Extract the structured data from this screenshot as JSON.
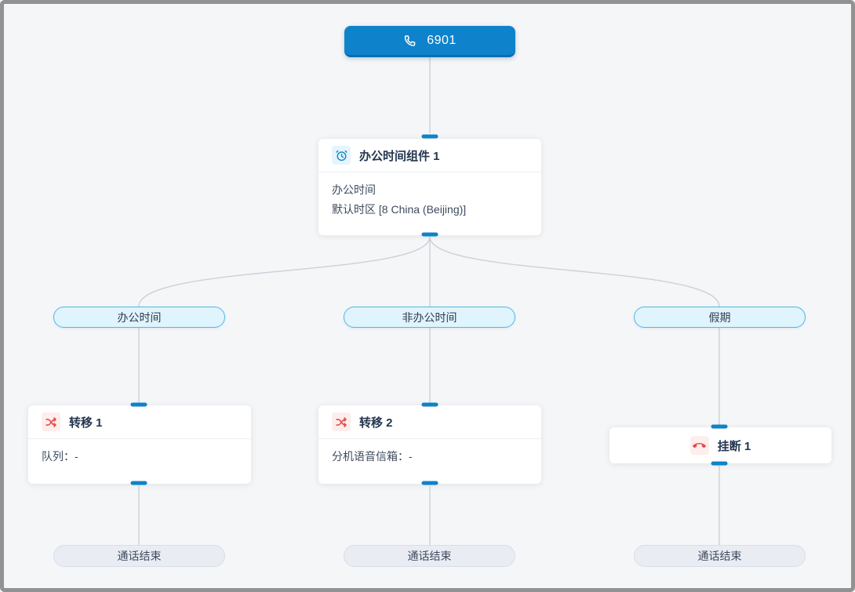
{
  "colors": {
    "accent_blue": "#0e83cc",
    "accent_blue_dark": "#0b6dae",
    "connector_blue": "#0f82c8",
    "wire_gray": "#ccd1da",
    "branch_pill_bg": "#e0f4fd",
    "branch_pill_border": "#53b7ea",
    "terminal_pill_bg": "#e9ecf3",
    "terminal_pill_border": "#d9dde7",
    "card_bg": "#ffffff",
    "title_text": "#24364f",
    "body_text": "#3d4a5e",
    "icon_blue": "#1287cd",
    "icon_blue_bg": "#e6f4fc",
    "icon_red": "#e24c4b",
    "icon_red_bg": "#fdeeec",
    "canvas_bg": "#f5f6f8",
    "frame_border": "#929292"
  },
  "flow": {
    "entry": {
      "label": "6901",
      "icon": "phone-icon"
    },
    "office_time": {
      "icon": "alarm-clock-icon",
      "title": "办公时间组件 1",
      "line1": "办公时间",
      "line2": "默认时区 [8 China (Beijing)]"
    },
    "branches": [
      {
        "label": "办公时间"
      },
      {
        "label": "非办公时间"
      },
      {
        "label": "假期"
      }
    ],
    "nodes": [
      {
        "icon": "shuffle-icon",
        "title": "转移 1",
        "detail": "队列：-"
      },
      {
        "icon": "shuffle-icon",
        "title": "转移 2",
        "detail": "分机语音信箱：-"
      },
      {
        "icon": "hangup-phone-icon",
        "title": "挂断 1"
      }
    ],
    "terminals": [
      {
        "label": "通话结束"
      },
      {
        "label": "通话结束"
      },
      {
        "label": "通话结束"
      }
    ]
  }
}
